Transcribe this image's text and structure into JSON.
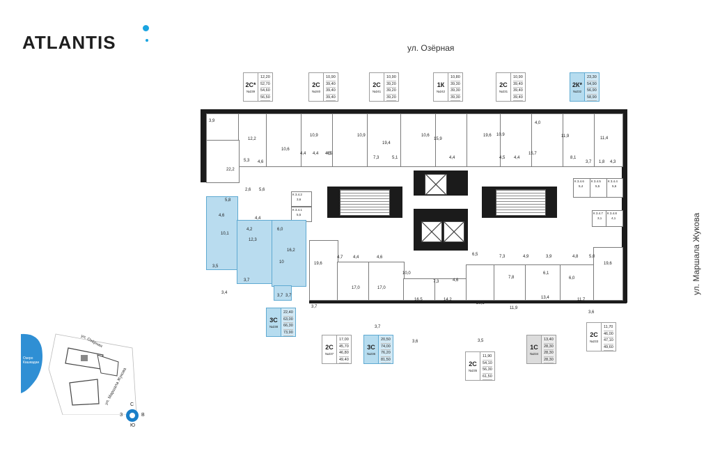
{
  "brand": {
    "name": "ATLANTIS"
  },
  "streets": {
    "top": "ул. Озёрная",
    "right": "ул. Маршала Жукова",
    "minimap_top": "ул. Озёрная",
    "minimap_right": "ул. Маршала Жукова"
  },
  "minimap": {
    "lake": "Озеро Кашкадан"
  },
  "compass": {
    "north": "С",
    "south": "Ю",
    "west": "З",
    "east": "В"
  },
  "apartments": [
    {
      "type": "2С*",
      "number": "№239",
      "values": [
        "12,20",
        "52,70",
        "54,60",
        "56,50"
      ],
      "style": "plain"
    },
    {
      "type": "2С",
      "number": "№240",
      "values": [
        "10,90",
        "39,40",
        "39,40",
        "39,40"
      ],
      "style": "plain"
    },
    {
      "type": "2С",
      "number": "№241",
      "values": [
        "10,90",
        "39,20",
        "39,20",
        "39,20"
      ],
      "style": "plain"
    },
    {
      "type": "1К",
      "number": "№242",
      "values": [
        "10,80",
        "39,30",
        "39,30",
        "39,30"
      ],
      "style": "plain"
    },
    {
      "type": "2С",
      "number": "№231",
      "values": [
        "10,90",
        "39,40",
        "39,40",
        "39,40"
      ],
      "style": "plain"
    },
    {
      "type": "2К*",
      "number": "№232",
      "values": [
        "23,30",
        "54,90",
        "56,90",
        "58,90"
      ],
      "style": "blue"
    },
    {
      "type": "3С",
      "number": "№238",
      "values": [
        "22,40",
        "63,00",
        "66,30",
        "73,90"
      ],
      "style": "blue"
    },
    {
      "type": "2С",
      "number": "№237",
      "values": [
        "17,00",
        "45,70",
        "46,80",
        "49,40"
      ],
      "style": "plain"
    },
    {
      "type": "3С",
      "number": "№236",
      "values": [
        "20,50",
        "74,00",
        "76,20",
        "81,50"
      ],
      "style": "blue"
    },
    {
      "type": "2С",
      "number": "№235",
      "values": [
        "11,90",
        "54,10",
        "56,30",
        "61,50"
      ],
      "style": "plain"
    },
    {
      "type": "1С",
      "number": "№234",
      "values": [
        "13,40",
        "28,30",
        "28,30",
        "28,30"
      ],
      "style": "grey"
    },
    {
      "type": "2С",
      "number": "№233",
      "values": [
        "11,70",
        "46,00",
        "47,10",
        "49,60"
      ],
      "style": "plain"
    }
  ],
  "room_labels": [
    "3,9",
    "12,2",
    "5,3",
    "4,6",
    "22,2",
    "10,6",
    "10,9",
    "4,5",
    "4,4",
    "4,4",
    "4,5",
    "10,9",
    "19,4",
    "7,3",
    "5,1",
    "10,6",
    "15,9",
    "4,4",
    "19,6",
    "10,9",
    "4,5",
    "4,4",
    "4,0",
    "15,7",
    "11,9",
    "8,1",
    "3,7",
    "1,8",
    "4,3",
    "11,4",
    "2,6",
    "5,6",
    "5,8",
    "4,6",
    "4,4",
    "4,2",
    "10,1",
    "6,0",
    "12,3",
    "16,2",
    "3,5",
    "3,7",
    "10",
    "3,7",
    "3,4",
    "19,6",
    "4,7",
    "4,4",
    "4,6",
    "10,0",
    "17,0",
    "17,0",
    "7,3",
    "4,6",
    "16,5",
    "14,2",
    "20,6",
    "6,5",
    "7,3",
    "4,9",
    "7,8",
    "3,9",
    "6,1",
    "4,8",
    "5,0",
    "6,0",
    "19,6",
    "11,9",
    "13,4",
    "11,7",
    "3,6",
    "3,7",
    "3,7",
    "3,7",
    "3,6",
    "3,5"
  ],
  "storage_labels": [
    {
      "name": "К 3.4.2",
      "area": "3,6"
    },
    {
      "name": "К 3.4.1",
      "area": "5,5"
    },
    {
      "name": "К 3.4.6",
      "area": "5,4"
    },
    {
      "name": "К 3.4.5",
      "area": "5,5"
    },
    {
      "name": "К 3.4.4",
      "area": "5,6"
    },
    {
      "name": "К 3.4.7",
      "area": "3,1"
    },
    {
      "name": "К 3.4.8",
      "area": "4,1"
    }
  ]
}
